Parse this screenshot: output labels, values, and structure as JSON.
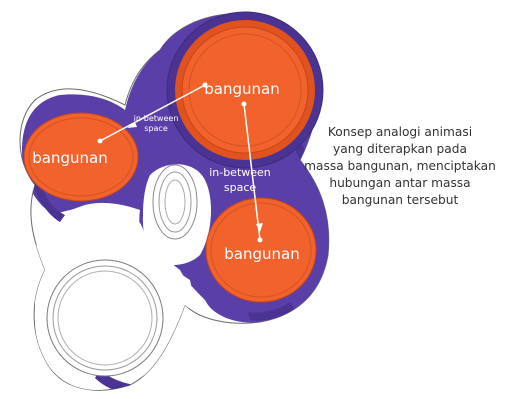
{
  "diagram": {
    "building_label": "bangunan",
    "space_label_line1": "in-between",
    "space_label_line2": "space",
    "caption_lines": [
      "Konsep analogi animasi",
      "yang diterapkan pada",
      "massa bangunan, menciptakan",
      "hubungan antar massa",
      "bangunan tersebut"
    ]
  },
  "colors": {
    "purple": "#5b3fa8",
    "purple_dark": "#4a3393",
    "orange": "#f2622c",
    "orange_ring": "#e0521e",
    "white": "#ffffff"
  }
}
